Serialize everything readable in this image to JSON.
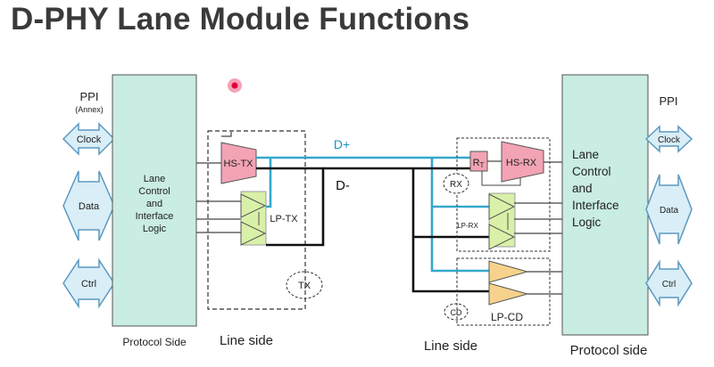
{
  "title": "D-PHY Lane Module Functions",
  "colors": {
    "protocol_box": "#c9ece3",
    "hs_block": "#f2a3b4",
    "lp_block": "#d9f0a8",
    "lpcd_block": "#f6d28c",
    "signal_line": "#34a8cc",
    "wire": "#222222",
    "arrow_fill": "#d9eef6",
    "arrow_stroke": "#5c98c0",
    "pointer": "#e0003c"
  },
  "left": {
    "ppi": "PPI",
    "annex": "(Annex)",
    "arrows": [
      "Clock",
      "Data",
      "Ctrl"
    ],
    "box_text": [
      "Lane",
      "Control",
      "and",
      "Interface",
      "Logic"
    ],
    "protocol_label": "Protocol Side",
    "line_label": "Line side"
  },
  "tx": {
    "hs": "HS-TX",
    "lp": "LP-TX",
    "badge": "TX"
  },
  "signals": {
    "dplus": "D+",
    "dminus": "D-"
  },
  "rx": {
    "rt": "R",
    "rt_sub": "T",
    "hs": "HS-RX",
    "badge": "RX",
    "lp": "LP-RX",
    "cd_badge": "CD",
    "lpcd": "LP-CD"
  },
  "right": {
    "ppi": "PPI",
    "arrows": [
      "Clock",
      "Data",
      "Ctrl"
    ],
    "box_text": [
      "Lane",
      "Control",
      "and",
      "Interface",
      "Logic"
    ],
    "protocol_label": "Protocol side",
    "line_label": "Line side"
  }
}
